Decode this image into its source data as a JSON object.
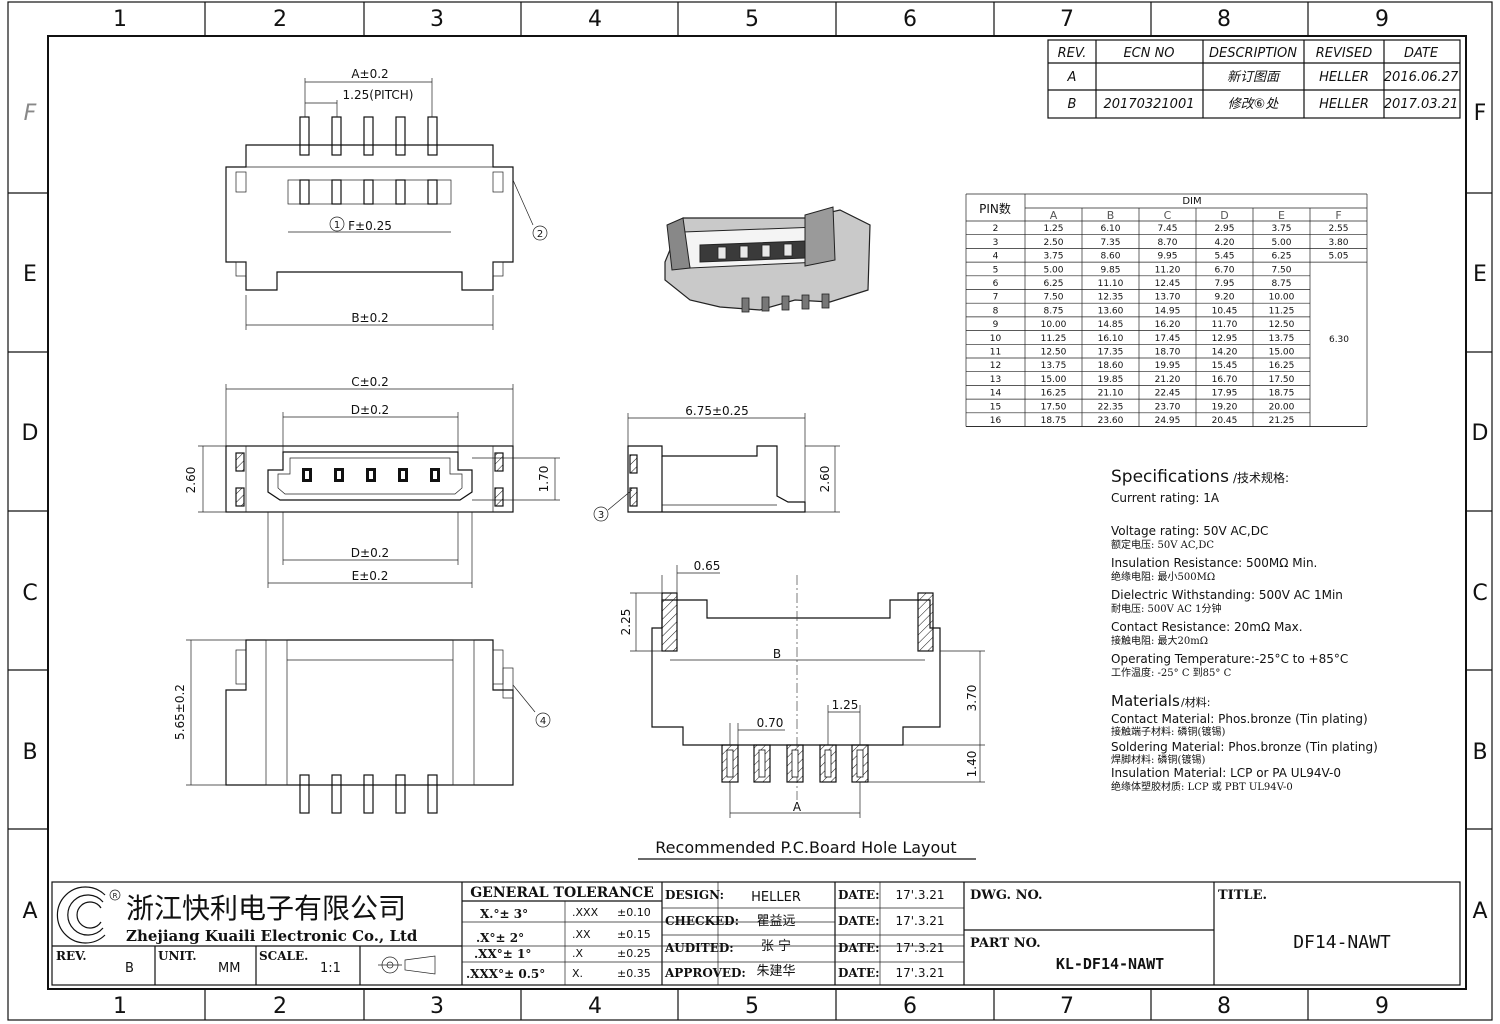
{
  "frame": {
    "columns": [
      "1",
      "2",
      "3",
      "4",
      "5",
      "6",
      "7",
      "8",
      "9"
    ],
    "rows": [
      "F",
      "E",
      "D",
      "C",
      "B",
      "A"
    ]
  },
  "revision_table": {
    "headers": [
      "REV.",
      "ECN NO",
      "DESCRIPTION",
      "REVISED",
      "DATE"
    ],
    "rows": [
      [
        "A",
        "",
        "新订图面",
        "HELLER",
        "2016.06.27"
      ],
      [
        "B",
        "20170321001",
        "修改⑥处",
        "HELLER",
        "2017.03.21"
      ]
    ]
  },
  "views": {
    "top": {
      "dims": [
        "A±0.2",
        "1.25(PITCH)",
        "F±0.25",
        "B±0.2"
      ],
      "callouts": [
        "1",
        "2"
      ]
    },
    "front": {
      "dims": [
        "C±0.2",
        "D±0.2",
        "2.60",
        "1.70",
        "D±0.2",
        "E±0.2"
      ]
    },
    "side": {
      "dims": [
        "6.75±0.25",
        "2.60"
      ],
      "callouts": [
        "3"
      ]
    },
    "bottom": {
      "dims": [
        "5.65±0.2"
      ],
      "callouts": [
        "4"
      ]
    },
    "pcb": {
      "dims": [
        "0.65",
        "2.25",
        "B",
        "3.70",
        "1.25",
        "0.70",
        "1.40",
        "A"
      ],
      "caption": "Recommended P.C.Board  Hole Layout"
    }
  },
  "dim_table": {
    "pin_header": "PIN数",
    "dim_header": "DIM",
    "cols": [
      "A",
      "B",
      "C",
      "D",
      "E",
      "F"
    ],
    "rows": [
      [
        "2",
        "1.25",
        "6.10",
        "7.45",
        "2.95",
        "3.75",
        "2.55"
      ],
      [
        "3",
        "2.50",
        "7.35",
        "8.70",
        "4.20",
        "5.00",
        "3.80"
      ],
      [
        "4",
        "3.75",
        "8.60",
        "9.95",
        "5.45",
        "6.25",
        "5.05"
      ],
      [
        "5",
        "5.00",
        "9.85",
        "11.20",
        "6.70",
        "7.50",
        ""
      ],
      [
        "6",
        "6.25",
        "11.10",
        "12.45",
        "7.95",
        "8.75",
        ""
      ],
      [
        "7",
        "7.50",
        "12.35",
        "13.70",
        "9.20",
        "10.00",
        ""
      ],
      [
        "8",
        "8.75",
        "13.60",
        "14.95",
        "10.45",
        "11.25",
        ""
      ],
      [
        "9",
        "10.00",
        "14.85",
        "16.20",
        "11.70",
        "12.50",
        ""
      ],
      [
        "10",
        "11.25",
        "16.10",
        "17.45",
        "12.95",
        "13.75",
        ""
      ],
      [
        "11",
        "12.50",
        "17.35",
        "18.70",
        "14.20",
        "15.00",
        ""
      ],
      [
        "12",
        "13.75",
        "18.60",
        "19.95",
        "15.45",
        "16.25",
        ""
      ],
      [
        "13",
        "15.00",
        "19.85",
        "21.20",
        "16.70",
        "17.50",
        ""
      ],
      [
        "14",
        "16.25",
        "21.10",
        "22.45",
        "17.95",
        "18.75",
        ""
      ],
      [
        "15",
        "17.50",
        "22.35",
        "23.70",
        "19.20",
        "20.00",
        ""
      ],
      [
        "16",
        "18.75",
        "23.60",
        "24.95",
        "20.45",
        "21.25",
        ""
      ]
    ],
    "f_merged": "6.30"
  },
  "specs": {
    "title": "Specifications",
    "title_cn": "/技术规格:",
    "lines": [
      [
        "Current rating: 1A",
        ""
      ],
      [
        "Voltage rating: 50V AC,DC",
        "额定电压: 50V AC,DC"
      ],
      [
        "Insulation Resistance: 500MΩ  Min.",
        "绝缘电阻: 最小500MΩ"
      ],
      [
        "Dielectric Withstanding:  500V AC  1Min",
        "耐电压: 500V AC  1分钟"
      ],
      [
        "Contact Resistance:  20mΩ  Max.",
        "接触电阻: 最大20mΩ"
      ],
      [
        "Operating Temperature:-25°C to +85°C",
        "工作温度: -25° C 到85° C"
      ]
    ],
    "materials_title": "Materials",
    "materials_title_cn": "/材料:",
    "materials": [
      [
        "Contact Material: Phos.bronze (Tin plating)",
        "接触端子材料: 磷铜(镀锡)"
      ],
      [
        "Soldering Material: Phos.bronze (Tin plating)",
        "焊脚材料: 磷铜(镀锡)"
      ],
      [
        "Insulation Material:  LCP or PA UL94V-0",
        "绝缘体塑胶材质: LCP 或 PBT UL94V-0"
      ]
    ]
  },
  "title_block": {
    "company_cn": "浙江快利电子有限公司",
    "company_en": "Zhejiang Kuaili Electronic Co., Ltd",
    "rev_label": "REV.",
    "rev": "B",
    "unit_label": "UNIT.",
    "unit": "MM",
    "scale_label": "SCALE.",
    "scale": "1:1",
    "tolerance_title": "GENERAL  TOLERANCE",
    "tol_angles": [
      "X.°± 3°",
      ".X°± 2°",
      ".XX°± 1°",
      ".XXX°± 0.5°"
    ],
    "tol_cols": [
      ".XXX",
      ".XX",
      ".X",
      "X."
    ],
    "tol_vals": [
      "±0.10",
      "±0.15",
      "±0.25",
      "±0.35"
    ],
    "roles": [
      "DESIGN:",
      "CHECKED:",
      "AUDITED:",
      "APPROVED:"
    ],
    "names": [
      "HELLER",
      "瞿益远",
      "张 宁",
      "朱建华"
    ],
    "date_label": "DATE:",
    "date": "17'.3.21",
    "dwg_no_label": "DWG. NO.",
    "part_no_label": "PART NO.",
    "part_no": "KL-DF14-NAWT",
    "title_label": "TITLE.",
    "title": "DF14-NAWT"
  }
}
